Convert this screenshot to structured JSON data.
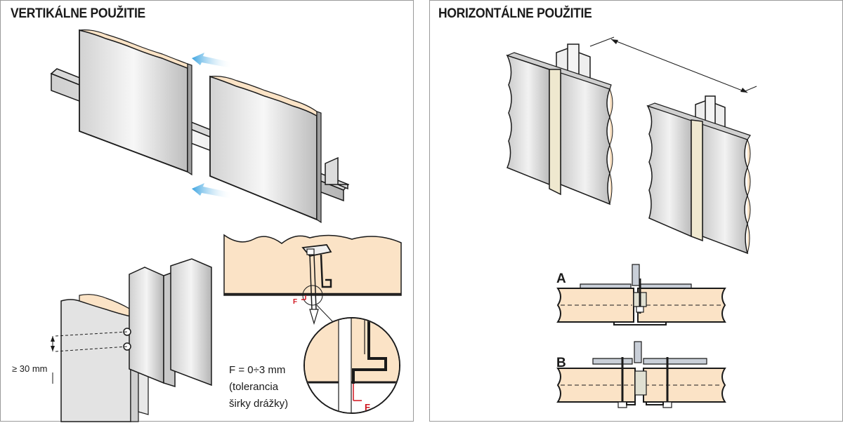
{
  "left_panel": {
    "title": "VERTIKÁLNE POUŽITIE",
    "dimension_label": "≥ 30 mm",
    "tolerance_lines": [
      "F = 0÷3 mm",
      "(tolerancia",
      "širky drážky)"
    ],
    "detail_label": "F"
  },
  "right_panel": {
    "title": "HORIZONTÁLNE POUŽITIE",
    "section_a_label": "A",
    "section_b_label": "B"
  },
  "colors": {
    "panel_face": "#e6e6e6",
    "core": "#fbe3c6",
    "arrow": "#5ab4e6",
    "detail_red": "#d0141e",
    "outline": "#1a1a1a",
    "border": "#9a9a9a"
  }
}
